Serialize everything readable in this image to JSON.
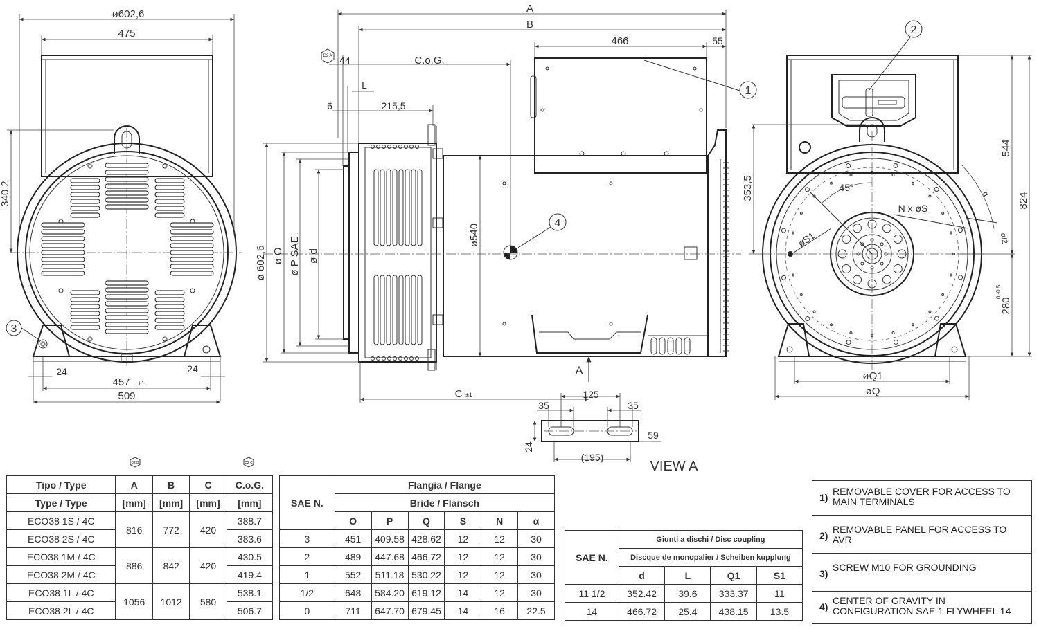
{
  "drawing": {
    "front": {
      "dia_602_6": "ø602,6",
      "d475": "475",
      "d340_2": "340,2",
      "d24_left": "24",
      "d24_right": "24",
      "d457": "457",
      "d457_tol": "±1",
      "d509": "509"
    },
    "side": {
      "A": "A",
      "B": "B",
      "d466": "466",
      "d55": "55",
      "d44": "44",
      "cog": "C.o.G.",
      "L": "L",
      "d6": "6",
      "d215_5": "215,5",
      "dia540": "ø540",
      "dia602": "ø 602,6",
      "diaO": "ø O",
      "diaP": "ø P SAE",
      "diad": "ø d",
      "C": "C",
      "C_tol": "±1",
      "arrowA": "A",
      "callout1": "1",
      "callout3": "3",
      "callout4": "4",
      "symbol": "D2 A"
    },
    "foot": {
      "d35a": "35",
      "d125": "125",
      "d35b": "35",
      "d24": "24",
      "d59": "59",
      "d195": "(195)"
    },
    "viewA": {
      "title": "VIEW A",
      "callout2": "2",
      "d353_5": "353,5",
      "d544": "544",
      "d824": "824",
      "d280": "280",
      "d280_tol": "0 -0.5",
      "angle": "45°",
      "NxS": "N x øS",
      "S1": "øS1",
      "alpha": "α",
      "alpha2": "α/2",
      "Q1": "øQ1",
      "Q": "øQ"
    }
  },
  "table1": {
    "symbols": [
      "D2 B",
      "D2 C"
    ],
    "headers_row1": [
      "Tipo / Type",
      "A",
      "B",
      "C",
      "C.o.G."
    ],
    "headers_row2": [
      "Type / Type",
      "[mm]",
      "[mm]",
      "[mm]",
      "[mm]"
    ],
    "rows": [
      {
        "type": "ECO38 1S / 4C",
        "cog": "388.7"
      },
      {
        "type": "ECO38 2S / 4C",
        "cog": "383.6"
      },
      {
        "type": "ECO38 1M / 4C",
        "cog": "430.5"
      },
      {
        "type": "ECO38 2M / 4C",
        "cog": "419.4"
      },
      {
        "type": "ECO38 1L / 4C",
        "cog": "538.1"
      },
      {
        "type": "ECO38 2L / 4C",
        "cog": "506.7"
      }
    ],
    "groups": [
      {
        "A": "816",
        "B": "772",
        "C": "420"
      },
      {
        "A": "886",
        "B": "842",
        "C": "420"
      },
      {
        "A": "1056",
        "B": "1012",
        "C": "580"
      }
    ]
  },
  "table2": {
    "col_sae": "SAE N.",
    "group_title_1": "Flangia / Flange",
    "group_title_2": "Bride / Flansch",
    "cols": [
      "O",
      "P",
      "Q",
      "S",
      "N",
      "α"
    ],
    "rows": [
      [
        "3",
        "451",
        "409.58",
        "428.62",
        "12",
        "12",
        "30"
      ],
      [
        "2",
        "489",
        "447.68",
        "466.72",
        "12",
        "12",
        "30"
      ],
      [
        "1",
        "552",
        "511.18",
        "530.22",
        "12",
        "12",
        "30"
      ],
      [
        "1/2",
        "648",
        "584.20",
        "619.12",
        "14",
        "12",
        "30"
      ],
      [
        "0",
        "711",
        "647.70",
        "679.45",
        "14",
        "16",
        "22.5"
      ]
    ]
  },
  "table3": {
    "col_sae": "SAE N.",
    "group_title_1": "Giunti a dischi / Disc coupling",
    "group_title_2": "Discque de monopalier / Scheiben kupplung",
    "cols": [
      "d",
      "L",
      "Q1",
      "S1"
    ],
    "rows": [
      [
        "11 1/2",
        "352.42",
        "39.6",
        "333.37",
        "11"
      ],
      [
        "14",
        "466.72",
        "25.4",
        "438.15",
        "13.5"
      ]
    ]
  },
  "notes": [
    {
      "num": "1)",
      "text": "REMOVABLE COVER FOR ACCESS TO MAIN TERMINALS"
    },
    {
      "num": "2)",
      "text": "REMOVABLE PANEL FOR ACCESS TO AVR"
    },
    {
      "num": "3)",
      "text": "SCREW M10 FOR GROUNDING"
    },
    {
      "num": "4)",
      "text": "CENTER OF GRAVITY IN CONFIGURATION SAE 1 FLYWHEEL 14"
    }
  ]
}
